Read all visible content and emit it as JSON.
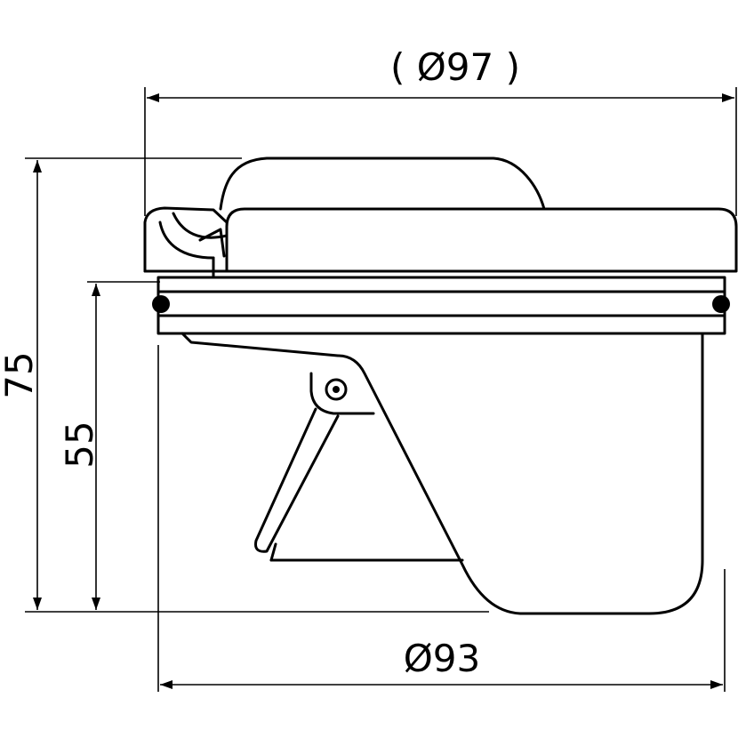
{
  "dimensions": {
    "top_diameter": "( Ø97 )",
    "bottom_diameter": "Ø93",
    "total_height": "75",
    "body_height": "55"
  },
  "colors": {
    "line": "#000000",
    "background": "#ffffff"
  }
}
